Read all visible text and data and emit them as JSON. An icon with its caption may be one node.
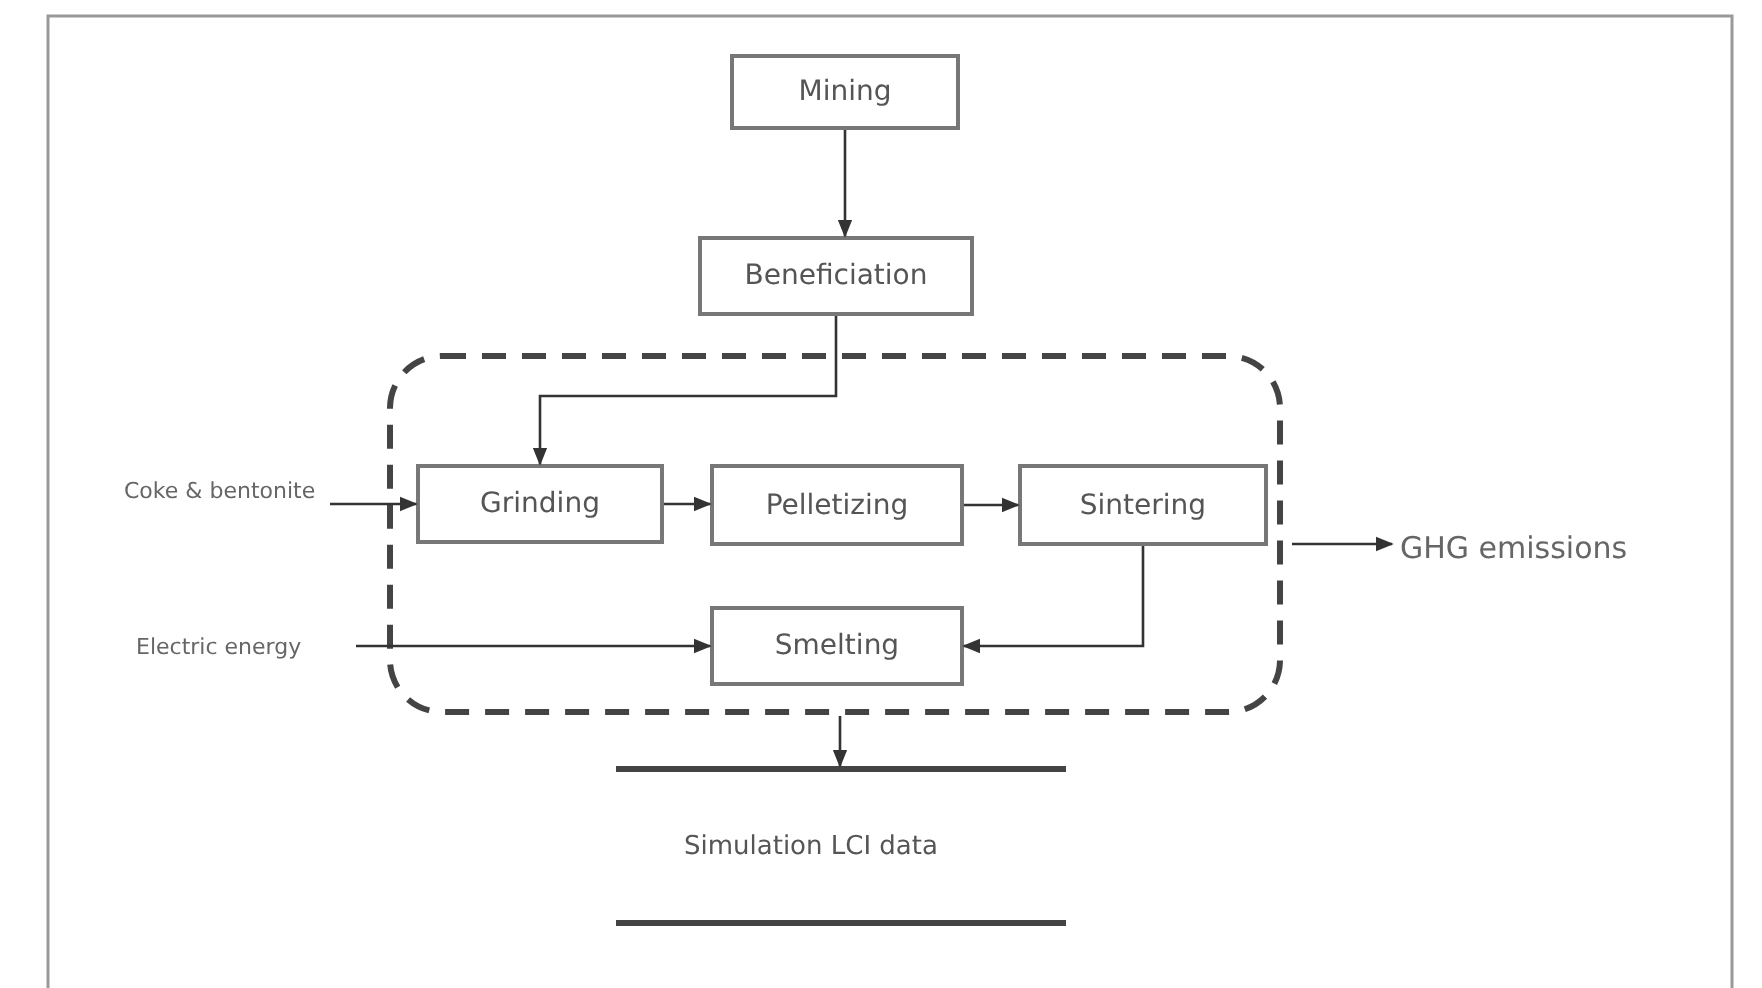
{
  "diagram": {
    "nodes": [
      {
        "text": [
          "Mining"
        ]
      },
      {
        "text": [
          "Beneficiation"
        ]
      },
      {
        "text": [],
        "shape": "box"
      },
      {
        "text": [
          "Grinding"
        ],
        "in": 2
      },
      {
        "text": [
          "Pelletizing"
        ],
        "in": 2
      },
      {
        "text": [
          "Sintering"
        ],
        "in": 2
      },
      {
        "text": [
          "Smelting"
        ],
        "in": 2
      },
      {
        "text": [
          "Coke & bentonite"
        ]
      },
      {
        "text": [
          "Electric energy"
        ]
      },
      {
        "text": [
          "GHG emissions"
        ]
      },
      {
        "text": [
          "Simulation LCI data"
        ]
      }
    ],
    "edges": [
      {
        "from": 0,
        "to": 1,
        "arrow": "to"
      },
      {
        "from": 1,
        "to": 3,
        "arrow": "to"
      },
      {
        "from": 7,
        "to": 3,
        "arrow": "to"
      },
      {
        "from": 3,
        "to": 4,
        "arrow": "to"
      },
      {
        "from": 4,
        "to": 5,
        "arrow": "to"
      },
      {
        "from": 5,
        "to": 6,
        "arrow": "to"
      },
      {
        "from": 8,
        "to": 6,
        "arrow": "to"
      },
      {
        "from": 2,
        "to": 9,
        "arrow": "to"
      },
      {
        "from": 2,
        "to": 10,
        "arrow": "to"
      }
    ]
  }
}
